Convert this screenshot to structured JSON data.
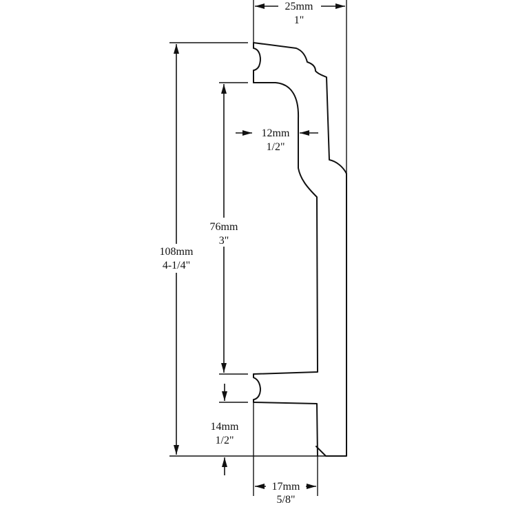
{
  "dimensions": {
    "overall_width": {
      "metric": "25mm",
      "imperial": "1\""
    },
    "total_height": {
      "metric": "108mm",
      "imperial": "4-1/4\""
    },
    "panel_height": {
      "metric": "76mm",
      "imperial": "3\""
    },
    "upper_depth": {
      "metric": "12mm",
      "imperial": "1/2\""
    },
    "bottom_section": {
      "metric": "14mm",
      "imperial": "1/2\""
    },
    "base_depth": {
      "metric": "17mm",
      "imperial": "5/8\""
    }
  },
  "colors": {
    "ink": "#111111",
    "background": "#ffffff"
  }
}
